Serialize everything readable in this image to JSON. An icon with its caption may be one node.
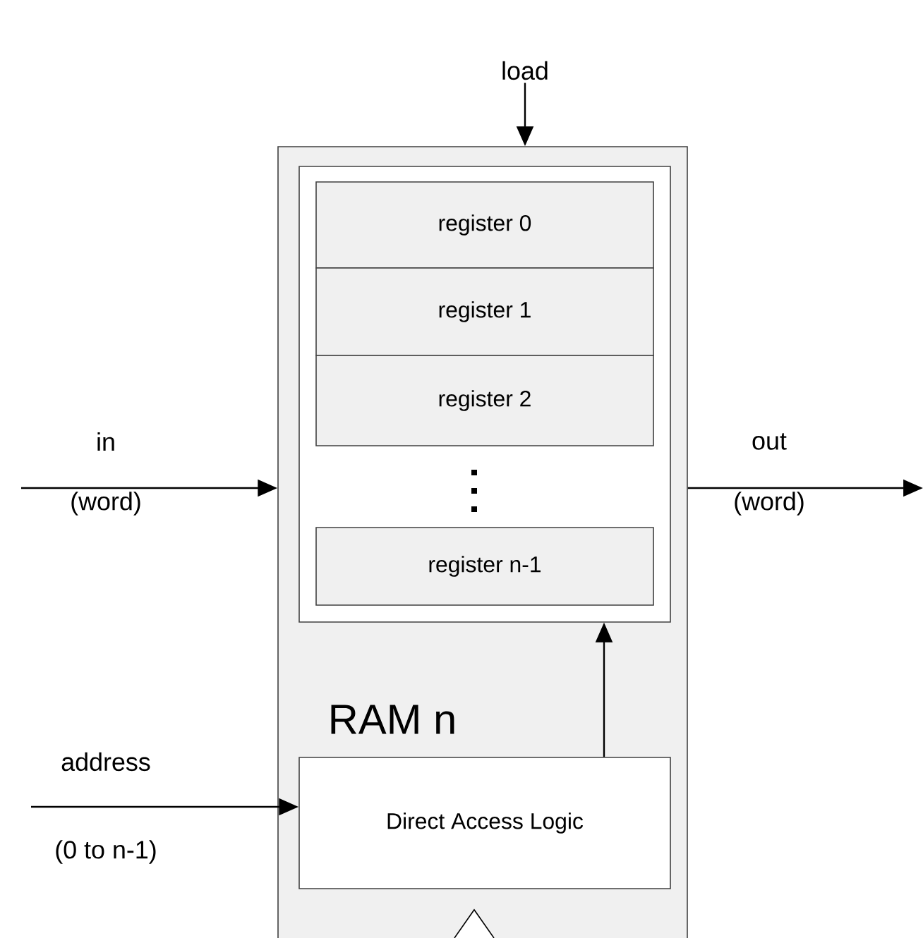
{
  "diagram": {
    "nodes": [
      {
        "text": [
          "RAM n"
        ]
      },
      {
        "text": [],
        "shape": "box",
        "in": 0
      },
      {
        "text": [
          "register 0"
        ],
        "in": 1
      },
      {
        "text": [
          "register 1"
        ],
        "in": 1
      },
      {
        "text": [
          "register 2"
        ],
        "in": 1
      },
      {
        "text": [
          "register n-1"
        ],
        "in": 1
      },
      {
        "text": [
          "Direct Access Logic"
        ],
        "in": 0
      },
      {
        "text": [
          "load"
        ]
      }
    ],
    "edges": [
      {
        "from": 7,
        "to": 0,
        "arrow": "to"
      },
      {
        "from": null,
        "to": 0,
        "arrow": "to",
        "label": "in"
      },
      {
        "from": 0,
        "to": null,
        "arrow": "to",
        "label": "out"
      },
      {
        "from": null,
        "to": 6,
        "arrow": "to",
        "label": "address"
      },
      {
        "from": 6,
        "to": 1,
        "arrow": "to"
      }
    ],
    "labels": [
      "(word)",
      "(word)",
      "(0 to n-1)"
    ]
  }
}
